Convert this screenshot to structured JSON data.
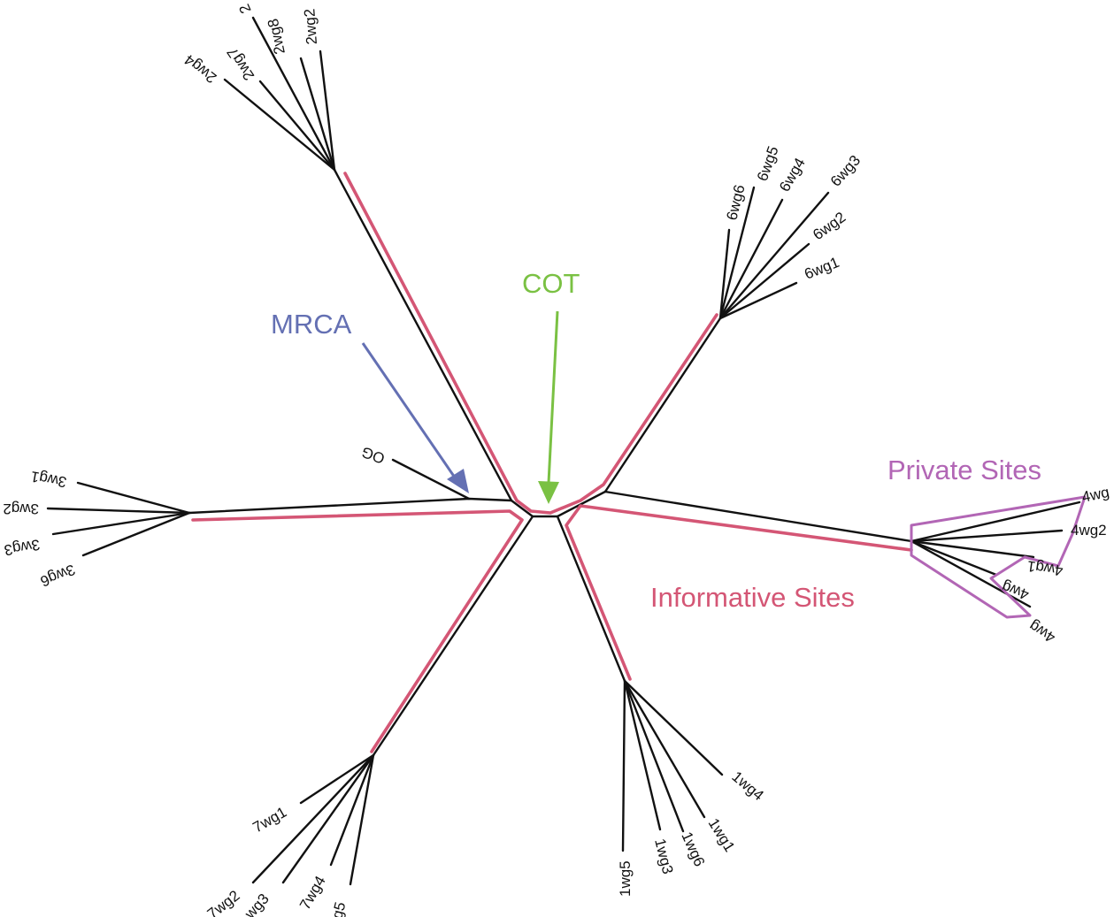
{
  "colors": {
    "branch": "#111111",
    "informative": "#d45675",
    "private": "#b266b5",
    "mrca": "#6470b3",
    "cot": "#7ac143"
  },
  "annotations": {
    "cot": "COT",
    "mrca": "MRCA",
    "private_sites": "Private Sites",
    "informative_sites": "Informative Sites"
  },
  "clades": [
    {
      "id": "clade-2",
      "leaves": [
        "2wg4",
        "2wg7",
        "2wg8",
        "2wg2",
        "2"
      ]
    },
    {
      "id": "clade-6",
      "leaves": [
        "6wg6",
        "6wg5",
        "6wg4",
        "6wg3",
        "6wg2",
        "6wg1"
      ]
    },
    {
      "id": "clade-3",
      "leaves": [
        "3wg1",
        "3wg2",
        "3wg3",
        "3wg6"
      ]
    },
    {
      "id": "clade-4",
      "leaves": [
        "4wg",
        "4wg2",
        "4wg1",
        "4wg",
        "4wg"
      ]
    },
    {
      "id": "clade-7",
      "leaves": [
        "7wg1",
        "7wg2",
        "wg3",
        "7wg4",
        "g5"
      ]
    },
    {
      "id": "clade-1",
      "leaves": [
        "1wg5",
        "1wg3",
        "1wg6",
        "1wg1",
        "1wg4"
      ]
    },
    {
      "id": "outgroup",
      "leaves": [
        "OG"
      ]
    }
  ]
}
